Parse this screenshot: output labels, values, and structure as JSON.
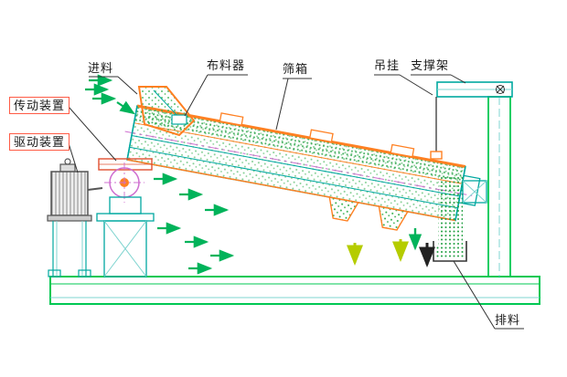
{
  "diagram": {
    "type": "engineering-schematic",
    "subject": "vibrating-screen-machine",
    "labels": {
      "feed": "进料",
      "distributor": "布料器",
      "screen_box": "筛箱",
      "hanging": "吊挂",
      "support_frame": "支撑架",
      "transmission": "传动装置",
      "drive": "驱动装置",
      "discharge": "排料"
    },
    "colors": {
      "frame_green": "#00c853",
      "teal": "#00a8a0",
      "light_teal": "#7fd4d0",
      "orange": "#ff8022",
      "callout_red": "#ff5b45",
      "magenta": "#cf6fd0",
      "dot_green": "#2fae4a",
      "arrow_green": "#00b35a",
      "arrow_yellow": "#b5cc00",
      "arrow_black": "#222222"
    },
    "icons": {
      "flow_arrows": "right-arrow-icon",
      "discharge_arrows": "down-arrow-icon",
      "bolt": "bolt-cross-icon"
    }
  }
}
